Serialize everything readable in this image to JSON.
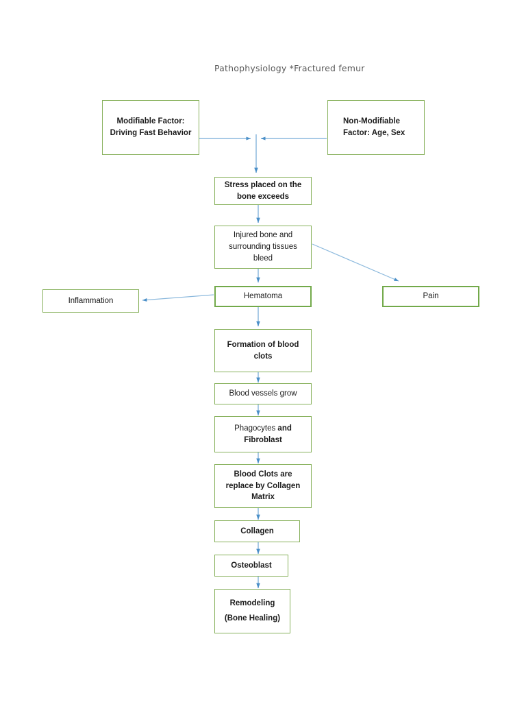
{
  "document": {
    "title": "Pathophysiology *Fractured femur",
    "accent_border_color": "#70AD47",
    "arrow_color": "#5B9BD5",
    "text_color": "#1B1B1B",
    "title_color": "#5A5A5A",
    "background": "#FFFFFF"
  },
  "nodes": {
    "modifiable_factor": {
      "line1": "Modifiable Factor:",
      "line2": "Driving Fast Behavior"
    },
    "non_modifiable_factor": {
      "line1": "Non-Modifiable",
      "line2": "Factor: Age, Sex"
    },
    "stress": {
      "line1": "Stress placed on the",
      "line2": "bone exceeds"
    },
    "injured_bone": {
      "text": "Injured bone and surrounding tissues bleed"
    },
    "inflammation": {
      "text": "Inflammation"
    },
    "hematoma": {
      "text": "Hematoma"
    },
    "pain": {
      "text": "Pain"
    },
    "blood_clots_formation": {
      "text": "Formation of blood clots"
    },
    "blood_vessels": {
      "text": "Blood vessels grow"
    },
    "phagocytes": {
      "regular": "Phagocytes ",
      "bold": "and Fibroblast"
    },
    "collagen_matrix": {
      "text": "Blood Clots are replace by Collagen Matrix"
    },
    "collagen": {
      "text": "Collagen"
    },
    "osteoblast": {
      "text": "Osteoblast"
    },
    "remodeling": {
      "line1": "Remodeling",
      "line2": "(Bone Healing)"
    }
  },
  "edges": [
    {
      "name": "modifiable-to-junction",
      "from": "modifiable_factor",
      "to": "junction"
    },
    {
      "name": "non-modifiable-to-junction",
      "from": "non_modifiable_factor",
      "to": "junction"
    },
    {
      "name": "junction-to-stress",
      "from": "junction",
      "to": "stress"
    },
    {
      "name": "stress-to-injured-bone",
      "from": "stress",
      "to": "injured_bone"
    },
    {
      "name": "injured-bone-to-hematoma",
      "from": "injured_bone",
      "to": "hematoma"
    },
    {
      "name": "injured-bone-to-pain",
      "from": "injured_bone",
      "to": "pain"
    },
    {
      "name": "hematoma-to-inflammation",
      "from": "hematoma",
      "to": "inflammation"
    },
    {
      "name": "hematoma-to-blood-clots",
      "from": "hematoma",
      "to": "blood_clots_formation"
    },
    {
      "name": "blood-clots-to-vessels",
      "from": "blood_clots_formation",
      "to": "blood_vessels"
    },
    {
      "name": "vessels-to-phagocytes",
      "from": "blood_vessels",
      "to": "phagocytes"
    },
    {
      "name": "phagocytes-to-collagen-matrix",
      "from": "phagocytes",
      "to": "collagen_matrix"
    },
    {
      "name": "collagen-matrix-to-collagen",
      "from": "collagen_matrix",
      "to": "collagen"
    },
    {
      "name": "collagen-to-osteoblast",
      "from": "collagen",
      "to": "osteoblast"
    },
    {
      "name": "osteoblast-to-remodeling",
      "from": "osteoblast",
      "to": "remodeling"
    }
  ]
}
